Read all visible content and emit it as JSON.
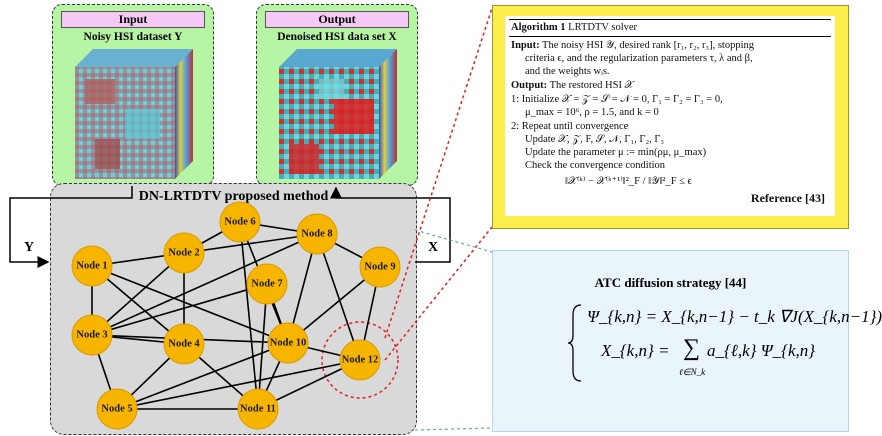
{
  "input_panel": {
    "header": "Input",
    "title": "Noisy HSI dataset Y"
  },
  "output_panel": {
    "header": "Output",
    "title": "Denoised HSI data set X"
  },
  "method": {
    "title": "DN-LRTDTV proposed method",
    "y_label": "Y",
    "x_label": "X",
    "nodes": [
      "Node 1",
      "Node 2",
      "Node 3",
      "Node 4",
      "Node 5",
      "Node 6",
      "Node 7",
      "Node 8",
      "Node 9",
      "Node 10",
      "Node 11",
      "Node 12"
    ],
    "edges": [
      [
        1,
        2
      ],
      [
        1,
        3
      ],
      [
        1,
        4
      ],
      [
        1,
        10
      ],
      [
        2,
        3
      ],
      [
        2,
        4
      ],
      [
        2,
        6
      ],
      [
        2,
        8
      ],
      [
        3,
        4
      ],
      [
        3,
        5
      ],
      [
        3,
        7
      ],
      [
        3,
        8
      ],
      [
        3,
        10
      ],
      [
        4,
        5
      ],
      [
        4,
        11
      ],
      [
        5,
        10
      ],
      [
        5,
        11
      ],
      [
        5,
        12
      ],
      [
        6,
        8
      ],
      [
        6,
        10
      ],
      [
        6,
        11
      ],
      [
        7,
        10
      ],
      [
        7,
        11
      ],
      [
        8,
        9
      ],
      [
        8,
        10
      ],
      [
        8,
        12
      ],
      [
        9,
        12
      ],
      [
        9,
        10
      ],
      [
        10,
        11
      ],
      [
        10,
        12
      ],
      [
        11,
        12
      ]
    ],
    "highlighted_node": "Node 12"
  },
  "algorithm": {
    "title_bold": "Algorithm 1",
    "title_rest": "LRTDTV solver",
    "input_label": "Input:",
    "input_text": [
      "The noisy HSI 𝒴, desired rank [r₁, r₂, r₃], stopping",
      "criteria ϵ, and the regularization parameters τ, λ and β,",
      "and the weights wᵢs."
    ],
    "output_label": "Output:",
    "output_text": "The restored HSI 𝒳",
    "steps": [
      "1:  Initialize 𝒳 = 𝒵 = 𝒮 = 𝒩 = 0, Γ₁ = Γ₂ = Γ₃ = 0,",
      "μ_max = 10⁶, ρ = 1.5, and k = 0",
      "2:  Repeat until convergence",
      "Update 𝒳, 𝒵, F, 𝒮, 𝒩, Γ₁, Γ₂, Γ₃",
      "Update the parameter μ := min(ρμ, μ_max)",
      "Check the convergence condition",
      "‖𝒳⁽ᵏ⁾ − 𝒳⁽ᵏ⁺¹⁾‖²_F / ‖𝒴‖²_F ≤ ϵ"
    ],
    "reference": "Reference [43]"
  },
  "atc": {
    "title": "ATC diffusion strategy [44]",
    "eq1": "Ψ_{k,n} = X_{k,n−1} − t_k ∇J(X_{k,n−1})",
    "eq2_lhs": "X_{k,n} =",
    "eq2_sum": "∑",
    "eq2_sub": "ℓ∈N_k",
    "eq2_rhs": "a_{ℓ,k} Ψ_{k,n}"
  },
  "colors": {
    "io_bg": "#b6f5a4",
    "io_header_bg": "#f6c8f6",
    "method_bg": "#d9d9d9",
    "node_fill": "#f7b500",
    "algo_bg": "#fbee4a",
    "atc_bg": "#eaf5fb",
    "red_dashed": "#e02020",
    "blue_dashed": "#6aa0c8"
  }
}
